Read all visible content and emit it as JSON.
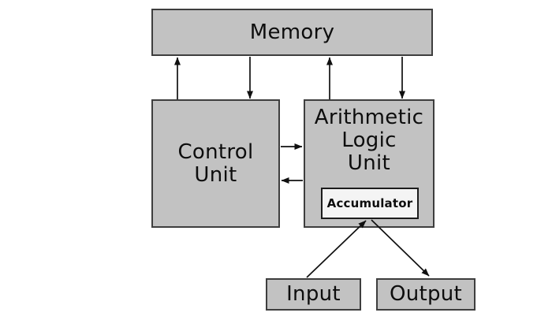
{
  "diagram": {
    "name": "cpu-architecture-block-diagram",
    "memory": {
      "label": "Memory"
    },
    "control_unit": {
      "line1": "Control",
      "line2": "Unit"
    },
    "alu": {
      "line1": "Arithmetic",
      "line2": "Logic",
      "line3": "Unit"
    },
    "accumulator": {
      "label": "Accumulator"
    },
    "input": {
      "label": "Input"
    },
    "output": {
      "label": "Output"
    },
    "connections": [
      {
        "from": "control-unit",
        "to": "memory",
        "arrowhead": "at-memory"
      },
      {
        "from": "memory",
        "to": "control-unit",
        "arrowhead": "at-control-unit"
      },
      {
        "from": "arithmetic-logic-unit",
        "to": "memory",
        "arrowhead": "at-memory"
      },
      {
        "from": "memory",
        "to": "arithmetic-logic-unit",
        "arrowhead": "at-alu"
      },
      {
        "from": "control-unit",
        "to": "arithmetic-logic-unit",
        "arrowhead": "at-alu"
      },
      {
        "from": "arithmetic-logic-unit",
        "to": "control-unit",
        "arrowhead": "at-control-unit"
      },
      {
        "from": "input",
        "to": "accumulator",
        "arrowhead": "at-accumulator"
      },
      {
        "from": "accumulator",
        "to": "output",
        "arrowhead": "at-output"
      }
    ],
    "colors": {
      "background": "#ffffff",
      "box_fill": "#c2c2c2",
      "box_border": "#3e3e3e",
      "accumulator_fill": "#f4f4f4",
      "accumulator_border": "#1c1c1c",
      "arrow": "#101010",
      "text": "#0d0d0d"
    }
  }
}
